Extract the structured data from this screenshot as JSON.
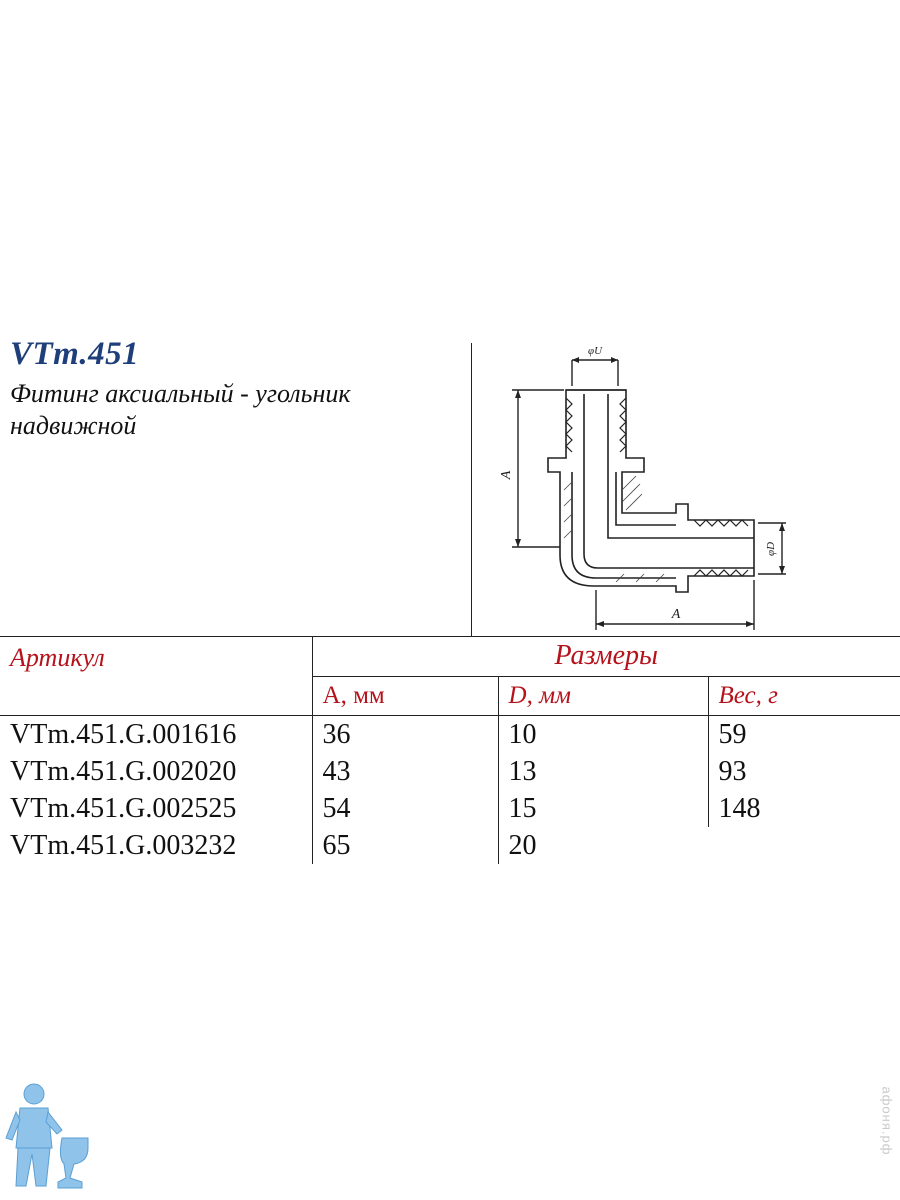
{
  "product": {
    "code": "VTm.451",
    "description_line1": "Фитинг аксиальный - угольник",
    "description_line2": "надвижной"
  },
  "drawing": {
    "label_phi_u": "φU",
    "label_a_vertical": "A",
    "label_a_horizontal": "A",
    "label_phi_d": "φD"
  },
  "table": {
    "header_article": "Артикул",
    "header_dimensions": "Размеры",
    "col_a_prefix": "A",
    "col_a_unit": ", мм",
    "col_d_prefix": "D",
    "col_d_unit": ", мм",
    "col_weight": "Вес, г",
    "rows": [
      {
        "article": "VTm.451.G.001616",
        "a": "36",
        "d": "10",
        "weight": "59"
      },
      {
        "article": "VTm.451.G.002020",
        "a": "43",
        "d": "13",
        "weight": "93"
      },
      {
        "article": "VTm.451.G.002525",
        "a": "54",
        "d": "15",
        "weight": "148"
      },
      {
        "article": "VTm.451.G.003232",
        "a": "65",
        "d": "20",
        "weight": ""
      }
    ]
  },
  "watermark": "афоня.рф",
  "colors": {
    "title_blue": "#1f3f7a",
    "header_red": "#b5121b",
    "logo_blue": "#8fc3ea"
  }
}
